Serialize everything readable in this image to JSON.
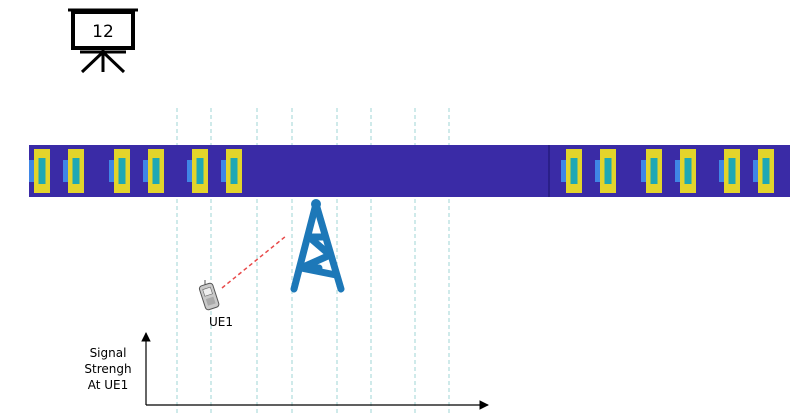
{
  "slide_number": "12",
  "icons": {
    "easel": "presentation-easel-icon",
    "tower": "cell-tower-icon",
    "phone": "mobile-phone-icon"
  },
  "ue": {
    "label": "UE1"
  },
  "axis": {
    "ylabel_lines": [
      "Signal",
      "Strengh",
      "At UE1"
    ]
  },
  "colors": {
    "band": "#3a2ba6",
    "band_edge": "#2a1f88",
    "antenna_frame": "#e3d42b",
    "antenna_inner": "#1ea8b4",
    "antenna_side": "#3f86e6",
    "tower": "#1d78b8",
    "link": "#e84a4a",
    "grid_line": "#9fd6d6"
  }
}
